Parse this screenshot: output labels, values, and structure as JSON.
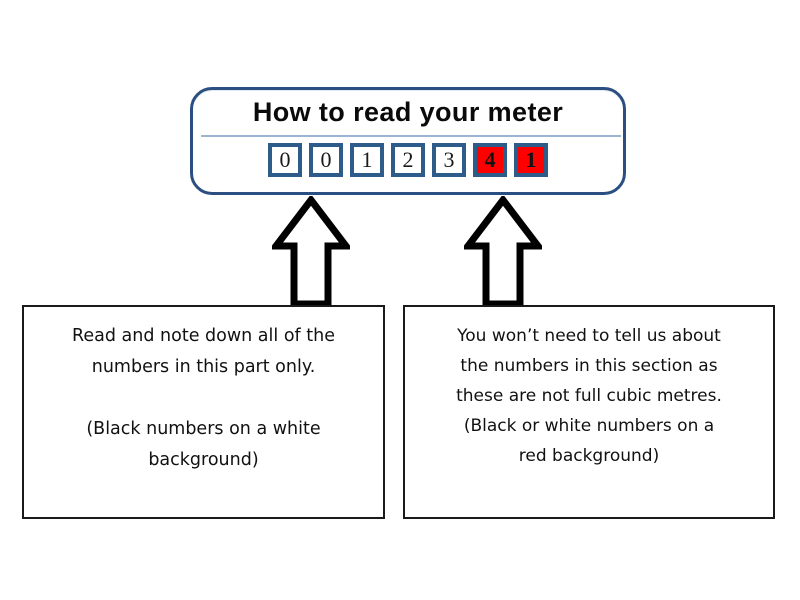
{
  "meter": {
    "title": "How to read your meter",
    "digits": [
      {
        "value": "0",
        "style": "white"
      },
      {
        "value": "0",
        "style": "white"
      },
      {
        "value": "1",
        "style": "white"
      },
      {
        "value": "2",
        "style": "white"
      },
      {
        "value": "3",
        "style": "white"
      },
      {
        "value": "4",
        "style": "red"
      },
      {
        "value": "1",
        "style": "red"
      }
    ],
    "reading": "00123",
    "decimals": "41"
  },
  "arrows": [
    {
      "name": "arrow-to-left-callout",
      "points_to": "white-digits"
    },
    {
      "name": "arrow-to-right-callout",
      "points_to": "red-digits"
    }
  ],
  "callouts": {
    "left": {
      "line1": "Read and note down all of the",
      "line2": "numbers in this part only.",
      "line3": "(Black numbers on a white",
      "line4": "background)"
    },
    "right": {
      "line1": "You won’t need to tell us about",
      "line2": "the numbers in this section as",
      "line3": "these are not full cubic metres.",
      "line4": "(Black or white numbers on a",
      "line5": "red background)"
    }
  },
  "colors": {
    "panel_border": "#2b4f81",
    "divider": "#9bb4d4",
    "digit_border": "#2e5c8a",
    "digit_red_bg": "#fe0000",
    "callout_border": "#1a1a1a",
    "background": "#ffffff",
    "text": "#111111"
  }
}
